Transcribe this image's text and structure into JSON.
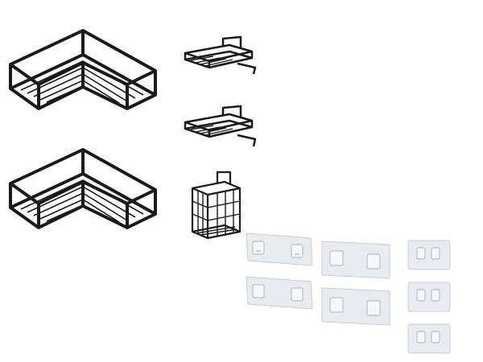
{
  "image": {
    "kind": "product-photo",
    "background": "#ffffff",
    "contents": [
      {
        "name": "corner-shelf",
        "count": 2,
        "color": "#1a1a1a"
      },
      {
        "name": "soap-dish-basket",
        "count": 2,
        "color": "#1a1a1a"
      },
      {
        "name": "toothbrush-holder-basket",
        "count": 1,
        "color": "#1a1a1a"
      },
      {
        "name": "double-adhesive-hook-pad",
        "count": 4,
        "color": "#e9ecef"
      },
      {
        "name": "single-adhesive-hook-pad",
        "count": 3,
        "color": "#e9ecef"
      }
    ]
  }
}
